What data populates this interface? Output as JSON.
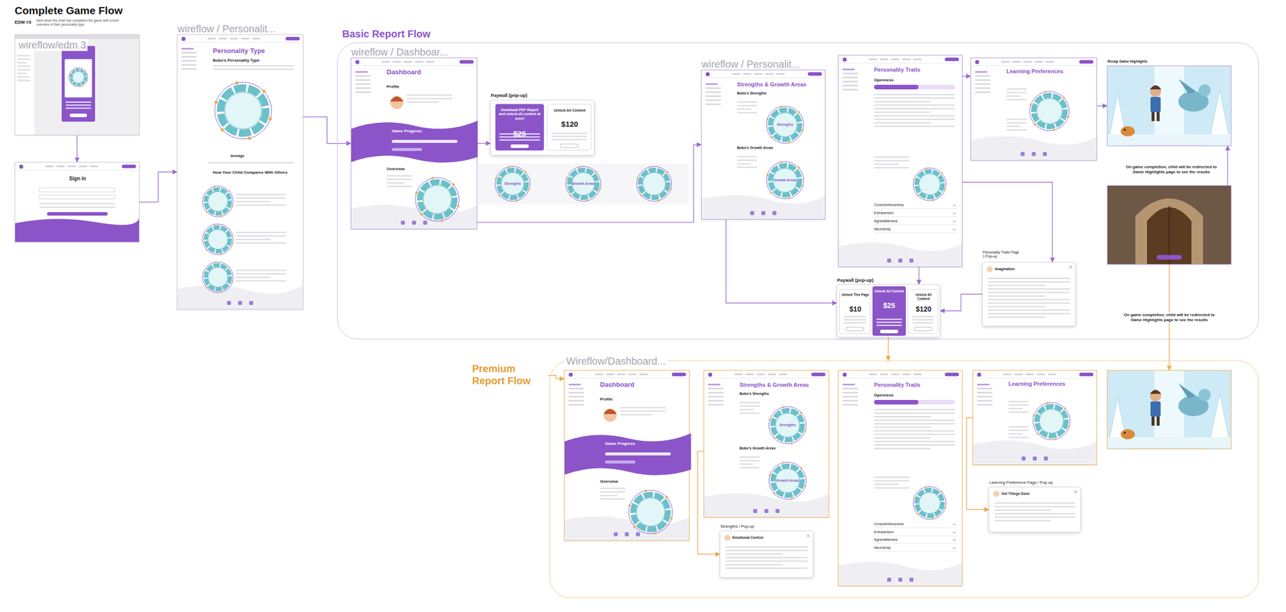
{
  "diagram": {
    "title": "Complete Game Flow",
    "nodes": [
      {
        "text": [
          "wireflow/edm 3"
        ]
      },
      {
        "text": [
          "Sign in"
        ]
      },
      {
        "text": [
          "wireflow / Personalit...",
          "Personality Type",
          "Bobo's Personality Type",
          "Average",
          "How Your Child Compares With Others"
        ]
      },
      {
        "text": [
          "Basic Report Flow"
        ]
      },
      {
        "text": [
          "wireflow / Dashboar...",
          "Dashboard",
          "Profile",
          "Game Progress",
          "Overview"
        ],
        "in": 3
      },
      {
        "text": [
          "Paywall (pop-up)"
        ],
        "in": 3
      },
      {
        "text": [
          "Download PDF Report and unlock all content at once!",
          "$25"
        ],
        "in": 5
      },
      {
        "text": [
          "Unlock All Content",
          "$120"
        ],
        "in": 5
      },
      {
        "text": [
          "Strengths",
          "Growth Areas"
        ],
        "in": 3
      },
      {
        "text": [
          "wireflow / Personalit...",
          "Strengths & Growth Areas",
          "Bobo's Strengths",
          "Strengths",
          "Bobo's Growth Areas",
          "Growth Areas"
        ],
        "in": 3
      },
      {
        "text": [
          "Personality Traits",
          "Openness",
          "Conscientiousness",
          "Extraversion",
          "Agreeableness",
          "Neuroticity"
        ],
        "in": 3
      },
      {
        "text": [
          "Learning Preferences"
        ],
        "in": 3
      },
      {
        "text": [
          "Recap Game Highlights"
        ],
        "in": 3
      },
      {
        "text": [
          "On game completion, child will be redirected to Game Highlights page to see the results"
        ],
        "in": 3
      },
      {
        "text": [
          "Paywall (pop-up)"
        ],
        "in": 3
      },
      {
        "text": [
          "Unlock This Page",
          "$10"
        ],
        "in": 14
      },
      {
        "text": [
          "Unlock All Content",
          "$25"
        ],
        "in": 14
      },
      {
        "text": [
          "Unlock All Content",
          "$120"
        ],
        "in": 14
      },
      {
        "text": [
          "Personality Traits Page 1 Pop-up",
          "Imagination"
        ],
        "in": 3
      },
      {
        "text": [
          "Premium Report Flow"
        ]
      },
      {
        "text": [
          "Wireflow/Dashboard..."
        ]
      },
      {
        "text": [
          "Dashboard",
          "Profile",
          "Game Progress",
          "Overview"
        ],
        "in": 20
      },
      {
        "text": [
          "Strengths & Growth Areas",
          "Bobo's Strengths",
          "Strengths",
          "Bobo's Growth Areas",
          "Growth Areas"
        ],
        "in": 20
      },
      {
        "text": [
          "Strengths / Pop-up",
          "Emotional Control"
        ],
        "in": 20
      },
      {
        "text": [
          "Personality Traits",
          "Openness",
          "Conscientiousness",
          "Extraversion",
          "Agreeableness",
          "Neuroticity"
        ],
        "in": 20
      },
      {
        "text": [
          "Learning Preferences"
        ],
        "in": 20
      },
      {
        "text": [
          "Learning Preference Page / Pop up",
          "Get Things Done"
        ],
        "in": 20
      },
      {
        "text": [],
        "in": 20
      }
    ],
    "edges": [
      {
        "from": 0,
        "to": 1,
        "arrow": "to"
      },
      {
        "from": 1,
        "to": 2,
        "arrow": "to"
      },
      {
        "from": 2,
        "to": 4,
        "arrow": "to"
      },
      {
        "from": 4,
        "to": 5,
        "arrow": "to"
      },
      {
        "from": 4,
        "to": 9,
        "arrow": "to"
      },
      {
        "from": 9,
        "to": 14,
        "arrow": "to"
      },
      {
        "from": 10,
        "to": 14,
        "arrow": "to"
      },
      {
        "from": 10,
        "to": 18,
        "arrow": "to"
      },
      {
        "from": 18,
        "to": 14,
        "arrow": "to"
      },
      {
        "from": 10,
        "to": 11,
        "arrow": "to"
      },
      {
        "from": 11,
        "to": 12,
        "arrow": "to"
      },
      {
        "from": 13,
        "to": 12,
        "arrow": "to"
      },
      {
        "from": 14,
        "to": 20,
        "arrow": "to"
      },
      {
        "from": 13,
        "to": 27,
        "label": "On game completion, child will be redirected to Game Highlights page to see the results",
        "arrow": "to"
      },
      {
        "from": 19,
        "to": 21,
        "arrow": "to"
      },
      {
        "from": 22,
        "to": 23,
        "arrow": "to"
      },
      {
        "from": 25,
        "to": 26,
        "arrow": "to"
      }
    ],
    "labels": [
      "EDM #3",
      "Sent when the child has completed the game with a brief overview of their personality type."
    ]
  }
}
